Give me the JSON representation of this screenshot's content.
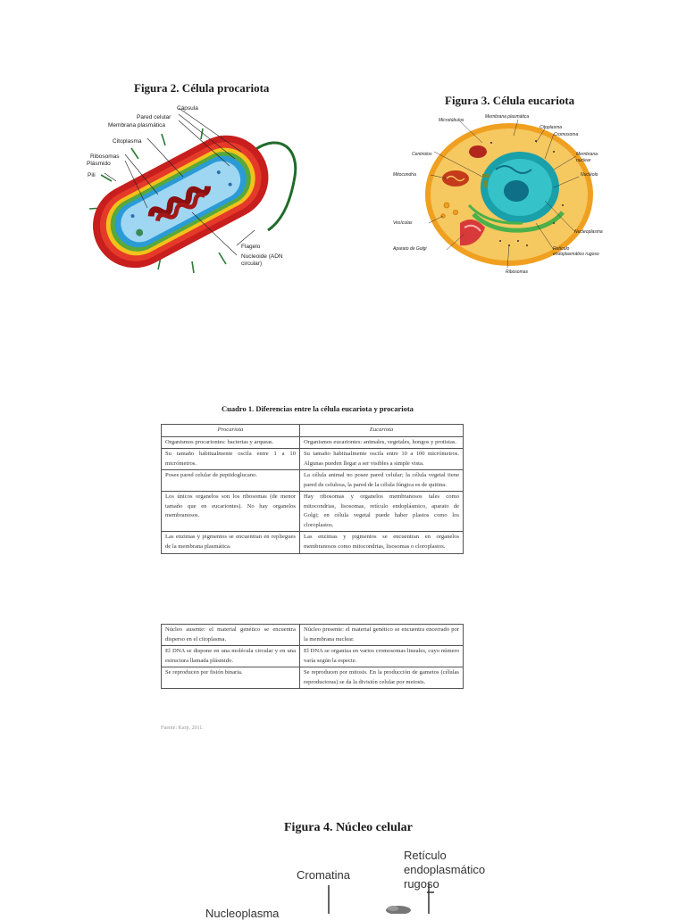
{
  "figure2": {
    "title": "Figura 2. Célula procariota",
    "labels": {
      "capsule": "Cápsula",
      "cell_wall": "Pared celular",
      "plasma_membrane": "Membrana plasmática",
      "cytoplasm": "Citoplasma",
      "ribosomes": "Ribosomas",
      "plasmid": "Plásmido",
      "pili": "Pili",
      "flagellum": "Flagelo",
      "nucleoid_1": "Nucleoide (ADN",
      "nucleoid_2": "circular)"
    }
  },
  "figure3": {
    "title": "Figura 3. Célula eucariota",
    "labels": {
      "microtubules": "Microtúbulos",
      "plasma_membrane": "Membrana plasmática",
      "cytoplasm": "Citoplasma",
      "chromosome": "Cromosoma",
      "nuclear_membrane_1": "Membrana",
      "nuclear_membrane_2": "nuclear",
      "centrioles": "Centriolos",
      "nucleolus": "Nucléolo",
      "mitochondria": "Mitocondria",
      "vesicles": "Vesículas",
      "nucleoplasm": "Nucleoplasma",
      "golgi": "Aparato de Golgi",
      "rough_er_1": "Retículo",
      "rough_er_2": "endoplasmático rugoso",
      "ribosomes": "Ribosomas"
    }
  },
  "table1": {
    "title": "Cuadro 1. Diferencias entre la célula eucariota y procariota",
    "headers": [
      "Procariota",
      "Eucariota"
    ],
    "rows1": [
      [
        "Organismos procariontes: bacterias y arqueas.",
        "Organismos eucariontes: animales, vegetales, hongos y protistas."
      ],
      [
        "Su tamaño habitualmente oscila entre 1 a 10 micrómetros.",
        "Su tamaño habitualmente oscila entre 10 a 100 micrómetros. Algunas pueden llegar a ser visibles a simple vista."
      ],
      [
        "Posee pared celular de peptidoglucano.",
        "La célula animal no posee pared celular; la célula vegetal tiene pared de celulosa, la pared de la célula fúngica es de quitina."
      ],
      [
        "Los únicos organelos son los ribosomas (de menor tamaño que en eucariontes). No hay organelos membranosos.",
        "Hay ribosomas y organelos membranosos tales como mitocondrias, lisosomas, retículo endoplásmico, aparato de Golgi; en célula vegetal puede haber plastos como los cloroplastos."
      ],
      [
        "Las enzimas y pigmentos se encuentran en repliegues de la membrana plasmática.",
        "Las enzimas y pigmentos se encuentran en organelos membranosos como mitocondrias, lisosomas o cloroplastos."
      ]
    ],
    "rows2": [
      [
        "Núcleo ausente: el material genético se encuentra disperso en el citoplasma.",
        "Núcleo presente: el material genético se encuentra encerrado por la membrana nuclear."
      ],
      [
        "El DNA se dispone en una molécula circular y en una estructura llamada plásmido.",
        "El DNA se organiza en varios cromosomas lineales, cuyo número varía según la especie."
      ],
      [
        "Se reproducen por fisión binaria.",
        "Se reproducen por mitosis. En la producción de gametos (células reproductoras) se da la división celular por meiosis."
      ]
    ],
    "source": "Fuente: Karp, 2011."
  },
  "figure4": {
    "title": "Figura 4. Núcleo celular",
    "labels": {
      "chromatin": "Cromatina",
      "rer_1": "Retículo",
      "rer_2": "endoplasmático",
      "rer_3": "rugoso",
      "nucleoplasm_partial": "Nucleoplasma"
    }
  }
}
